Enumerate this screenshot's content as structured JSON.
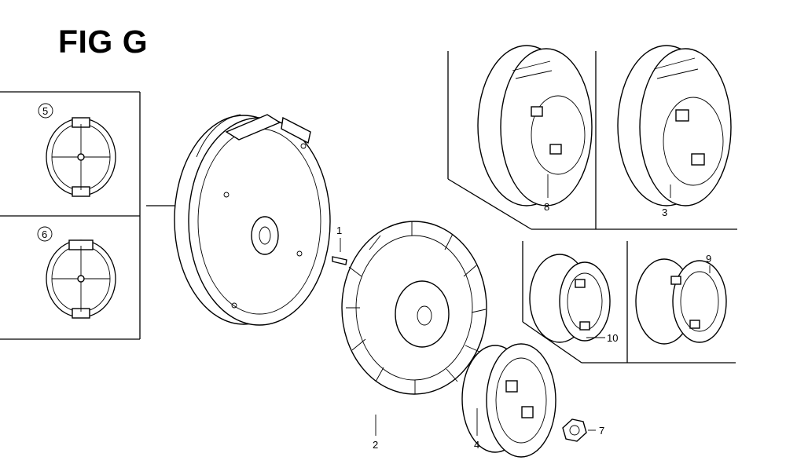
{
  "figure": {
    "title": "FIG G"
  },
  "insets": [
    {
      "number": "5"
    },
    {
      "number": "6"
    }
  ],
  "callouts": {
    "p1": "1",
    "p2": "2",
    "p3": "3",
    "p4": "4",
    "p5": "7",
    "p8": "8",
    "p9": "9",
    "p10": "10"
  }
}
